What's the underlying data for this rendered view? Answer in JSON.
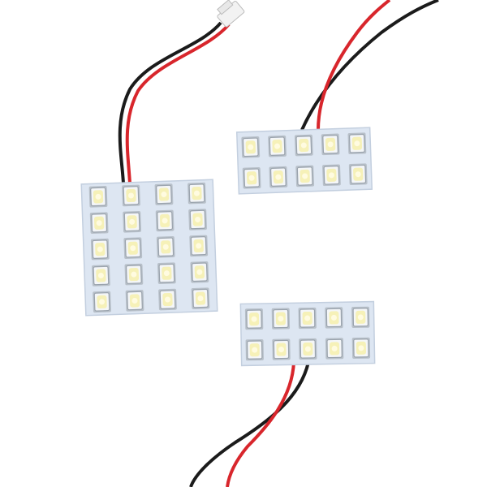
{
  "colors": {
    "background": "#ffffff",
    "board": "#dde6f2",
    "board_edge": "#c3cfdf",
    "led_housing": "#f4f6f8",
    "led_frame": "#9aa3ad",
    "led_chip": "#f6f1b8",
    "wire_red": "#d8262c",
    "wire_black": "#1b1b1b",
    "connector": "#f2f2f2"
  },
  "panels": [
    {
      "name": "square-led-panel",
      "rows": 5,
      "cols": 4
    },
    {
      "name": "upper-rect-led-panel",
      "rows": 2,
      "cols": 5
    },
    {
      "name": "lower-rect-led-panel",
      "rows": 2,
      "cols": 5
    }
  ]
}
